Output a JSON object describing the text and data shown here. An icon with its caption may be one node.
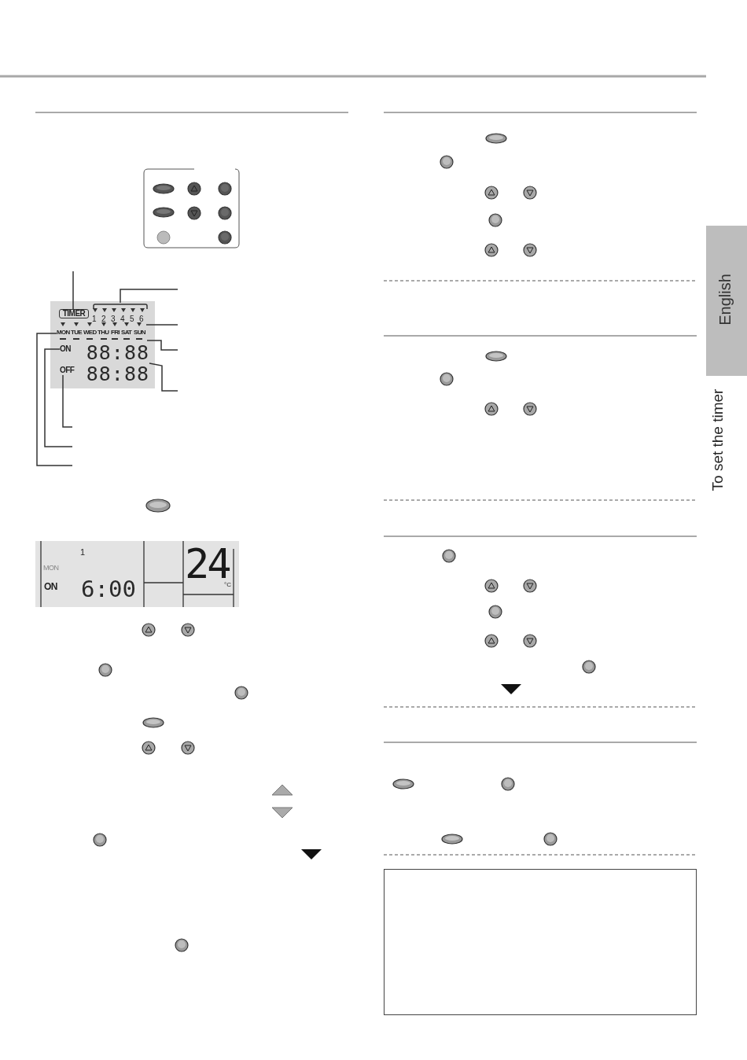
{
  "diagram": {
    "nodes": [
      {
        "text": [],
        "shape": "box"
      },
      {
        "text": [
          "TIMER"
        ],
        "in": 0
      },
      {
        "text": [
          "1",
          "2",
          "3",
          "4",
          "5",
          "6"
        ],
        "in": 0
      },
      {
        "text": [],
        "shape": "triangle",
        "in": 0
      },
      {
        "text": [
          "MON",
          "TUE",
          "WED",
          "THU",
          "FRI",
          "SAT",
          "SUN"
        ],
        "in": 0
      },
      {
        "text": [],
        "shape": "bar",
        "in": 0
      },
      {
        "text": [
          "ON"
        ],
        "in": 0
      },
      {
        "text": [
          "88:88"
        ],
        "in": 0
      },
      {
        "text": [
          "OFF"
        ],
        "in": 0
      },
      {
        "text": [
          "88:88"
        ],
        "in": 0
      },
      {
        "text": [
          "1",
          "MON",
          "ON",
          "6:00",
          "24",
          "°C"
        ]
      },
      {
        "text": [
          "English"
        ]
      },
      {
        "text": [],
        "shape": "box"
      }
    ],
    "edges": [
      {
        "from": null,
        "to": 1,
        "arrow": "none"
      },
      {
        "from": null,
        "to": 2,
        "arrow": "none"
      },
      {
        "from": null,
        "to": 3,
        "arrow": "none"
      },
      {
        "from": null,
        "to": 5,
        "arrow": "none"
      },
      {
        "from": null,
        "to": 7,
        "arrow": "none"
      },
      {
        "from": null,
        "to": 8,
        "arrow": "none"
      },
      {
        "from": null,
        "to": 6,
        "arrow": "none"
      },
      {
        "from": null,
        "to": 4,
        "arrow": "none"
      }
    ],
    "labels": [
      "To set the timer"
    ]
  }
}
